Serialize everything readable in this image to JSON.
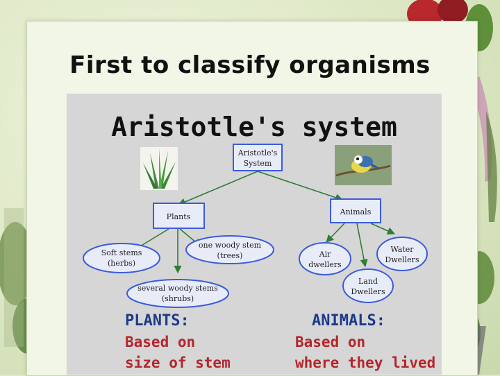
{
  "slide": {
    "title": "First to classify organisms"
  },
  "panel": {
    "title": "Aristotle's system"
  },
  "diagram": {
    "root": [
      "Aristotle's",
      "System"
    ],
    "plants": "Plants",
    "animals": "Animals",
    "soft_stems": [
      "Soft stems",
      "(herbs)"
    ],
    "one_woody": [
      "one woody stem",
      "(trees)"
    ],
    "several_woody": [
      "several woody stems",
      "(shrubs)"
    ],
    "air": [
      "Air",
      "dwellers"
    ],
    "land": [
      "Land",
      "Dwellers"
    ],
    "water": [
      "Water",
      "Dwellers"
    ]
  },
  "captions": {
    "plants_heading": "PLANTS:",
    "plants_line1": "Based on",
    "plants_line2": "size of stem",
    "animals_heading": "ANIMALS:",
    "animals_line1": "Based on",
    "animals_line2": "where they lived"
  },
  "colors": {
    "box_border": "#3b5bdb",
    "box_fill": "#e8ecf8",
    "arrow": "#2e7d32",
    "heading": "#1d3a8a",
    "body": "#b3262a"
  }
}
